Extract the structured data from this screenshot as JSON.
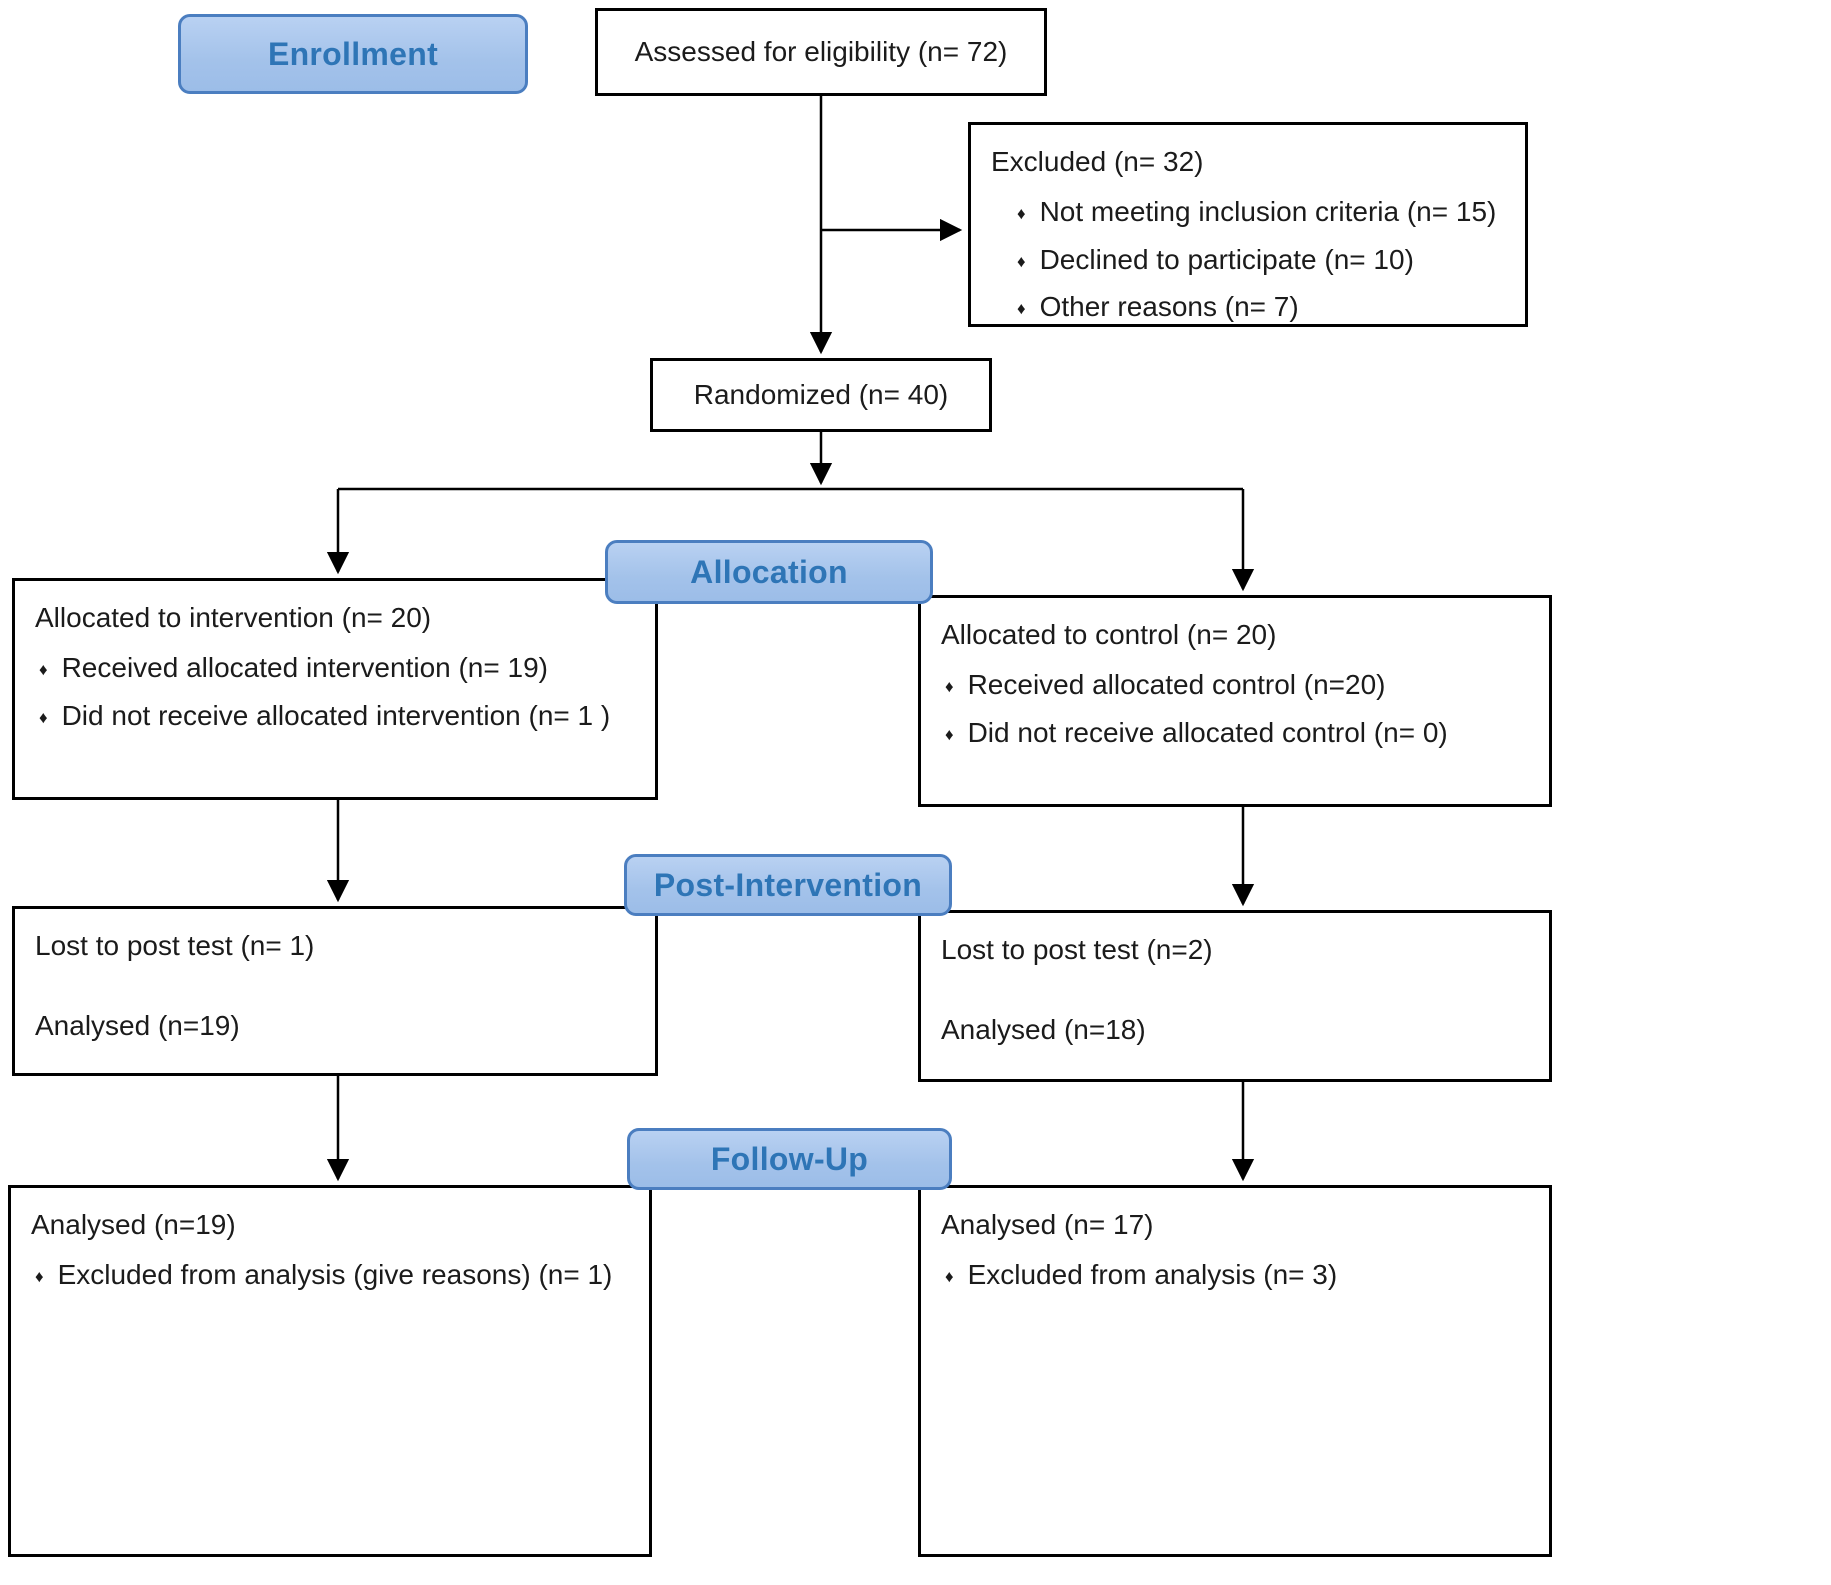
{
  "colors": {
    "badge_bg": "#A9C6EC",
    "badge_border": "#4B7EC0",
    "badge_text": "#2E75B6",
    "box_border": "#000000"
  },
  "badges": {
    "enrollment": "Enrollment",
    "allocation": "Allocation",
    "post_intervention": "Post-Intervention",
    "follow_up": "Follow-Up"
  },
  "boxes": {
    "assessed": {
      "text": "Assessed for eligibility (n= 72)"
    },
    "excluded": {
      "title": "Excluded (n= 32)",
      "bullets": [
        "Not meeting inclusion criteria (n= 15)",
        "Declined to participate (n= 10)",
        "Other reasons (n= 7)"
      ]
    },
    "randomized": {
      "text": "Randomized (n= 40)"
    },
    "allocation_intervention": {
      "title": "Allocated to intervention (n= 20)",
      "bullets": [
        "Received allocated intervention (n= 19)",
        "Did not receive allocated intervention (n= 1 )"
      ]
    },
    "allocation_control": {
      "title": "Allocated to control (n= 20)",
      "bullets": [
        "Received allocated control (n=20)",
        "Did not receive allocated control (n= 0)"
      ]
    },
    "post_intervention_left": {
      "lines": [
        "Lost to post test (n= 1)",
        "Analysed (n=19)"
      ]
    },
    "post_intervention_right": {
      "lines": [
        "Lost to post test (n=2)",
        "Analysed (n=18)"
      ]
    },
    "follow_up_left": {
      "title": "Analysed (n=19)",
      "bullets": [
        "Excluded from analysis (give reasons) (n= 1)"
      ]
    },
    "follow_up_right": {
      "title": "Analysed (n= 17)",
      "bullets": [
        "Excluded from analysis (n= 3)"
      ]
    }
  }
}
